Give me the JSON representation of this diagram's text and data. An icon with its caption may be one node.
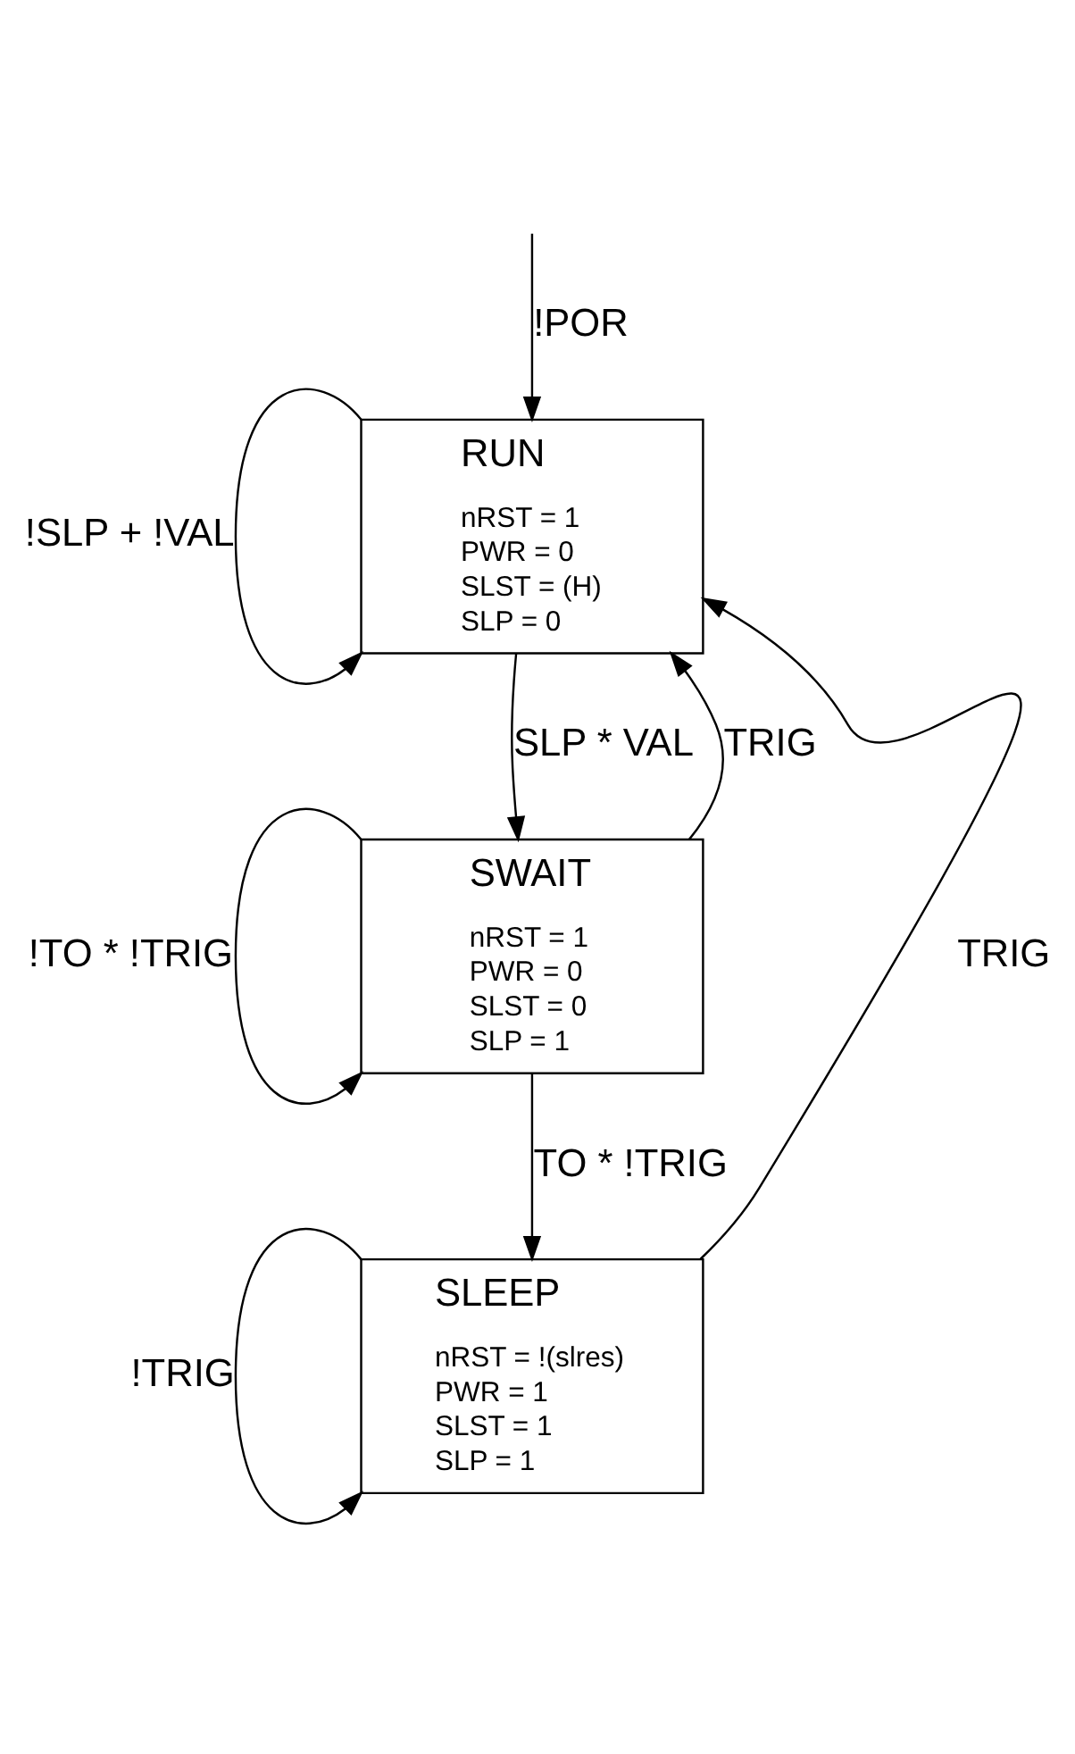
{
  "diagram": {
    "nodes": [
      {
        "text": [
          "RUN",
          "nRST = 1",
          "PWR = 0",
          "SLST = (H)",
          "SLP = 0"
        ]
      },
      {
        "text": [
          "SWAIT",
          "nRST = 1",
          "PWR = 0",
          "SLST = 0",
          "SLP = 1"
        ]
      },
      {
        "text": [
          "SLEEP",
          "nRST = !(slres)",
          "PWR = 1",
          "SLST = 1",
          "SLP = 1"
        ]
      }
    ],
    "edges": [
      {
        "from": null,
        "to": 0,
        "arrow": "to",
        "label": "!POR"
      },
      {
        "from": 0,
        "to": 0,
        "arrow": "to",
        "label": "!SLP + !VAL"
      },
      {
        "from": 0,
        "to": 1,
        "arrow": "to",
        "label": "SLP * VAL"
      },
      {
        "from": 1,
        "to": 0,
        "arrow": "to",
        "label": "TRIG"
      },
      {
        "from": 1,
        "to": 1,
        "arrow": "to",
        "label": "!TO * !TRIG"
      },
      {
        "from": 1,
        "to": 2,
        "arrow": "to",
        "label": "TO * !TRIG"
      },
      {
        "from": 2,
        "to": 2,
        "arrow": "to",
        "label": "!TRIG"
      },
      {
        "from": 2,
        "to": 0,
        "arrow": "to",
        "label": "TRIG"
      }
    ]
  }
}
